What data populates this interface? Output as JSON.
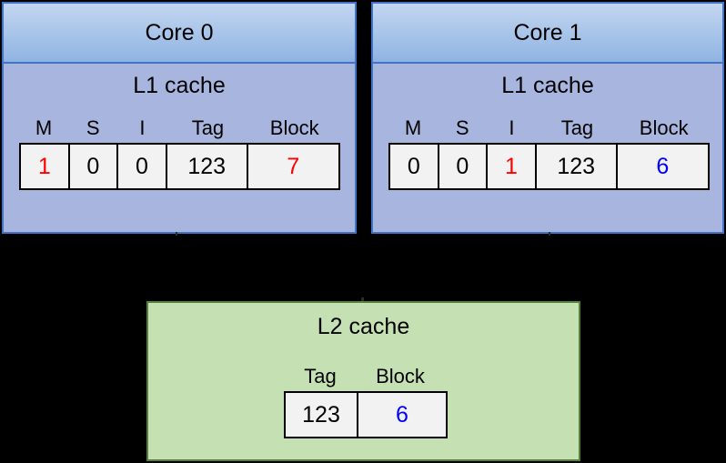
{
  "diagram": {
    "title_semantic": "msi-cache-coherence-state",
    "colors": {
      "core_header_gradient_top": "#C3D6F0",
      "core_header_gradient_bottom": "#8FB4E2",
      "core_body": "#A8B5DE",
      "core_border": "#4472C4",
      "l2_fill": "#C5E0B3",
      "l2_border": "#538135",
      "cell_fill": "#F2F2F2",
      "cell_border": "#000000",
      "background": "#000000",
      "accent_red": "#FF0000",
      "accent_blue": "#0000FF",
      "text": "#000000"
    }
  },
  "cores": [
    {
      "id": "core0",
      "header_label": "Core 0",
      "cache_label": "L1 cache",
      "columns": [
        "M",
        "S",
        "I",
        "Tag",
        "Block"
      ],
      "row": [
        {
          "value": "1",
          "color": "red"
        },
        {
          "value": "0",
          "color": "black"
        },
        {
          "value": "0",
          "color": "black"
        },
        {
          "value": "123",
          "color": "black"
        },
        {
          "value": "7",
          "color": "red"
        }
      ]
    },
    {
      "id": "core1",
      "header_label": "Core 1",
      "cache_label": "L1 cache",
      "columns": [
        "M",
        "S",
        "I",
        "Tag",
        "Block"
      ],
      "row": [
        {
          "value": "0",
          "color": "black"
        },
        {
          "value": "0",
          "color": "black"
        },
        {
          "value": "1",
          "color": "red"
        },
        {
          "value": "123",
          "color": "black"
        },
        {
          "value": "6",
          "color": "blue"
        }
      ]
    }
  ],
  "l2": {
    "title": "L2 cache",
    "columns": [
      "Tag",
      "Block"
    ],
    "row": [
      {
        "value": "123",
        "color": "black"
      },
      {
        "value": "6",
        "color": "blue"
      }
    ]
  }
}
